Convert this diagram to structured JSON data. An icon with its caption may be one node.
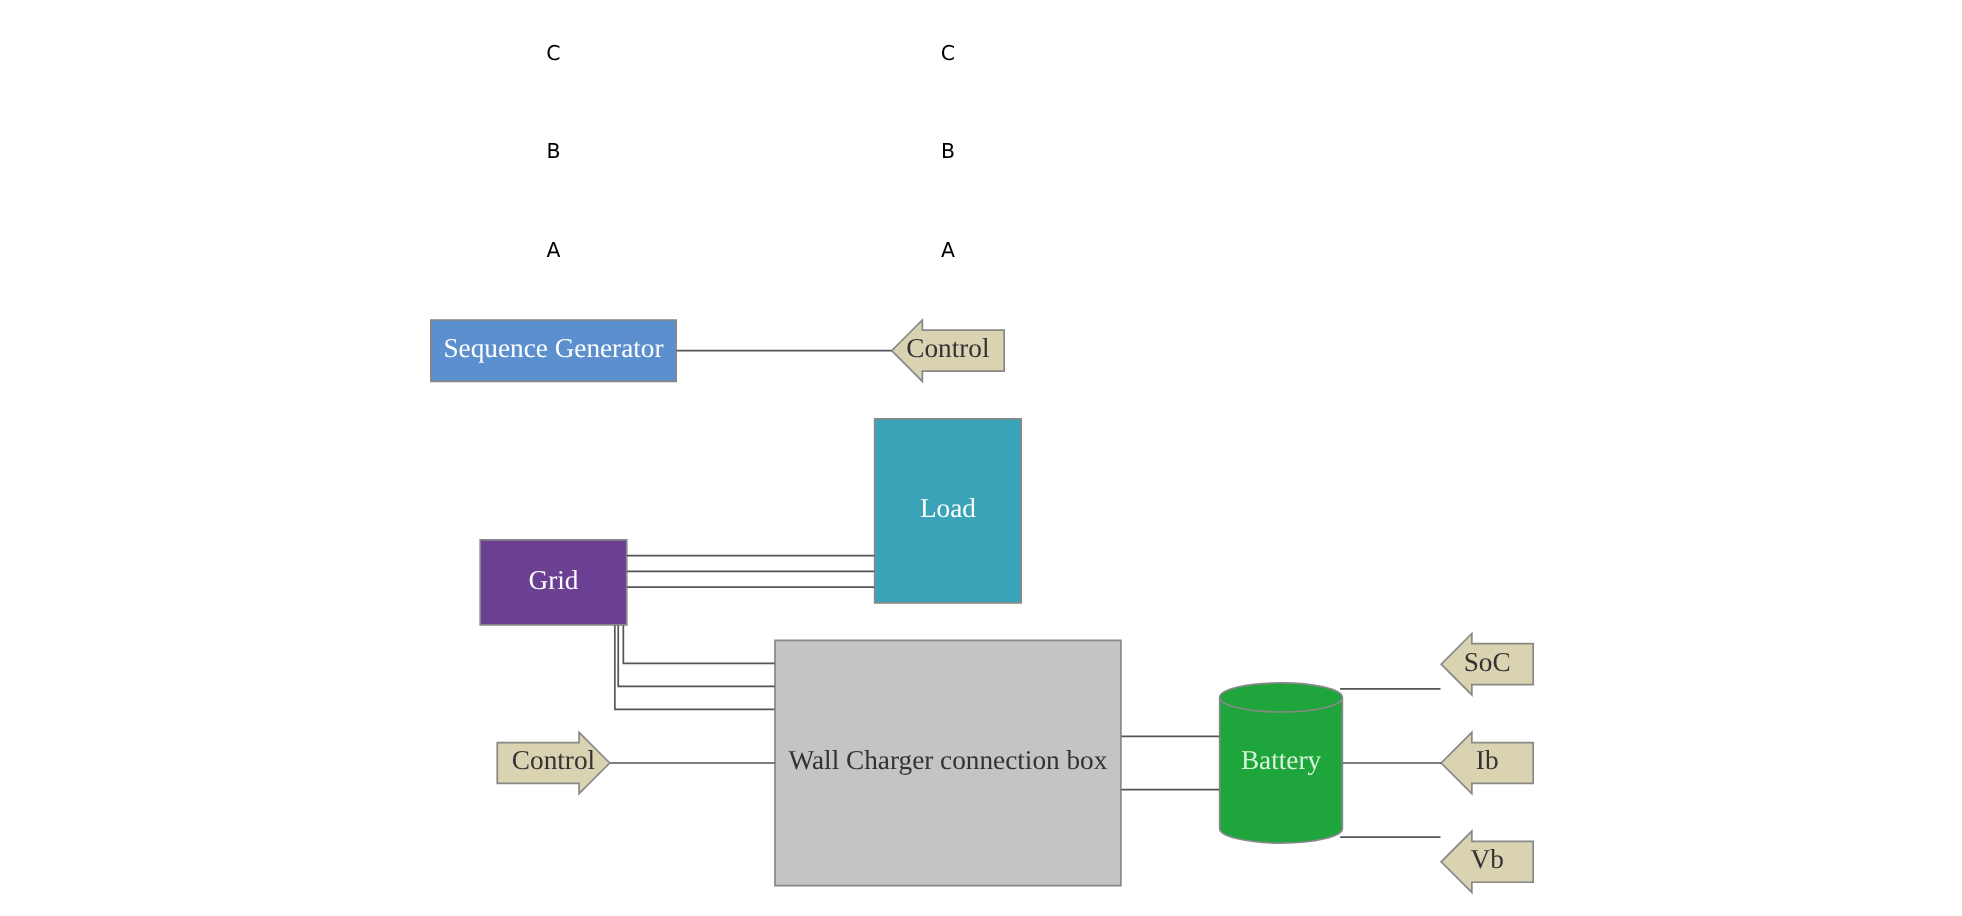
{
  "diagram": {
    "nodes": [
      {
        "text": [
          "Grid"
        ]
      },
      {
        "text": [
          "Load"
        ]
      },
      {
        "text": [
          "Control"
        ]
      },
      {
        "text": [
          "Wall Charger connection box"
        ]
      },
      {
        "text": [
          "Battery"
        ]
      },
      {
        "text": [
          "SoC"
        ]
      },
      {
        "text": [
          "Ib"
        ]
      },
      {
        "text": [
          "Vb"
        ]
      },
      {
        "text": [
          "Sequence Generator"
        ]
      },
      {
        "text": [
          "Control"
        ]
      }
    ],
    "edges": [
      {
        "from": 0,
        "to": 1,
        "arrow": "none"
      },
      {
        "from": 0,
        "to": 1,
        "arrow": "none"
      },
      {
        "from": 0,
        "to": 1,
        "arrow": "none"
      },
      {
        "from": 0,
        "to": 3,
        "arrow": "none"
      },
      {
        "from": 0,
        "to": 3,
        "arrow": "none"
      },
      {
        "from": 0,
        "to": 3,
        "arrow": "none"
      },
      {
        "from": 2,
        "to": 3,
        "arrow": "none"
      },
      {
        "from": 3,
        "to": 4,
        "arrow": "none"
      },
      {
        "from": 3,
        "to": 4,
        "arrow": "none"
      },
      {
        "from": 4,
        "to": 5,
        "arrow": "none"
      },
      {
        "from": 4,
        "to": 6,
        "arrow": "none"
      },
      {
        "from": 4,
        "to": 7,
        "arrow": "none"
      },
      {
        "from": 8,
        "to": 9,
        "arrow": "none"
      }
    ],
    "labels": [
      "A",
      "B",
      "C",
      "A",
      "B",
      "C"
    ]
  }
}
